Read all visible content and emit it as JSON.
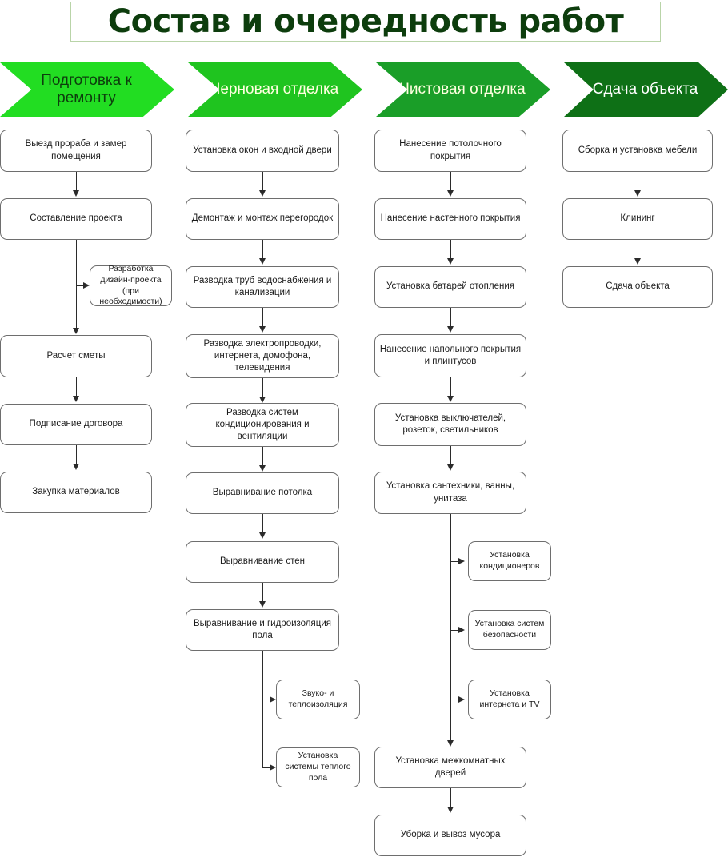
{
  "title": "Состав и очередность работ",
  "title_color": "#0d3d0d",
  "title_border_color": "#b9d4a8",
  "phases": [
    {
      "label": "Подготовка к ремонту",
      "color": "#22dd22",
      "text_color": "#0d3d0d"
    },
    {
      "label": "Черновая отделка",
      "color": "#1fc41f",
      "text_color": "#ffffe0"
    },
    {
      "label": "Чистовая отделка",
      "color": "#1a9e28",
      "text_color": "#ffffe0"
    },
    {
      "label": "Сдача объекта",
      "color": "#0e7016",
      "text_color": "#ffffff"
    }
  ],
  "columns": [
    {
      "name": "Подготовка к ремонту",
      "main": [
        "Выезд прораба и замер помещения",
        "Составление проекта",
        "Расчет сметы",
        "Подписание договора",
        "Закупка материалов"
      ],
      "branches": [
        "Разработка дизайн-проекта (при необходимости)"
      ]
    },
    {
      "name": "Черновая отделка",
      "main": [
        "Установка окон и входной двери",
        "Демонтаж и монтаж перегородок",
        "Разводка труб водоснабжения и канализации",
        "Разводка электропроводки, интернета, домофона, телевидения",
        "Разводка систем кондиционирования и вентиляции",
        "Выравнивание потолка",
        "Выравнивание стен",
        "Выравнивание и гидроизоляция пола"
      ],
      "branches": [
        "Звуко- и теплоизоляция",
        "Установка системы теплого пола"
      ]
    },
    {
      "name": "Чистовая отделка",
      "main": [
        "Нанесение потолочного покрытия",
        "Нанесение настенного покрытия",
        "Установка батарей отопления",
        "Нанесение напольного покрытия и плинтусов",
        "Установка выключателей, розеток, светильников",
        "Установка сантехники, ванны, унитаза",
        "Установка межкомнатных дверей",
        "Уборка и вывоз мусора"
      ],
      "branches": [
        "Установка кондиционеров",
        "Установка систем безопасности",
        "Установка интернета и TV"
      ]
    },
    {
      "name": "Сдача объекта",
      "main": [
        "Сборка и установка мебели",
        "Клининг",
        "Сдача объекта"
      ],
      "branches": []
    }
  ]
}
